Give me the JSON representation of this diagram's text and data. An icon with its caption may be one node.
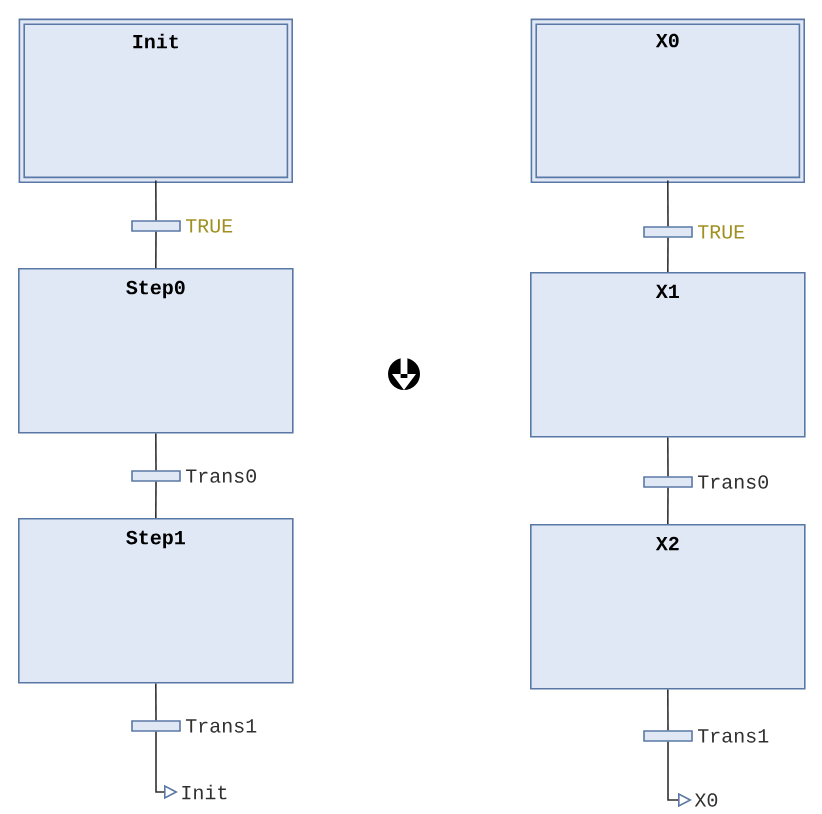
{
  "diagram": {
    "nodes": [
      {
        "text": [
          "Init"
        ]
      },
      {
        "text": [],
        "shape": "bar",
        "beside": [
          "TRUE"
        ]
      },
      {
        "text": [
          "Step0"
        ]
      },
      {
        "text": [],
        "shape": "bar",
        "beside": [
          "Trans0"
        ]
      },
      {
        "text": [
          "Step1"
        ]
      },
      {
        "text": [],
        "shape": "bar",
        "beside": [
          "Trans1"
        ]
      },
      {
        "text": [
          "Init"
        ]
      },
      {
        "text": [
          "X0"
        ]
      },
      {
        "text": [],
        "shape": "bar",
        "beside": [
          "TRUE"
        ]
      },
      {
        "text": [
          "X1"
        ]
      },
      {
        "text": [],
        "shape": "bar",
        "beside": [
          "Trans0"
        ]
      },
      {
        "text": [
          "X2"
        ]
      },
      {
        "text": [],
        "shape": "bar",
        "beside": [
          "Trans1"
        ]
      },
      {
        "text": [
          "X0"
        ]
      }
    ],
    "edges": [
      {
        "from": 0,
        "to": 1,
        "arrow": "none"
      },
      {
        "from": 1,
        "to": 2,
        "arrow": "none"
      },
      {
        "from": 2,
        "to": 3,
        "arrow": "none"
      },
      {
        "from": 3,
        "to": 4,
        "arrow": "none"
      },
      {
        "from": 4,
        "to": 5,
        "arrow": "none"
      },
      {
        "from": 5,
        "to": 6,
        "arrow": "to"
      },
      {
        "from": 7,
        "to": 8,
        "arrow": "none"
      },
      {
        "from": 8,
        "to": 9,
        "arrow": "none"
      },
      {
        "from": 9,
        "to": 10,
        "arrow": "none"
      },
      {
        "from": 10,
        "to": 11,
        "arrow": "none"
      },
      {
        "from": 11,
        "to": 12,
        "arrow": "none"
      },
      {
        "from": 12,
        "to": 13,
        "arrow": "to"
      }
    ]
  }
}
